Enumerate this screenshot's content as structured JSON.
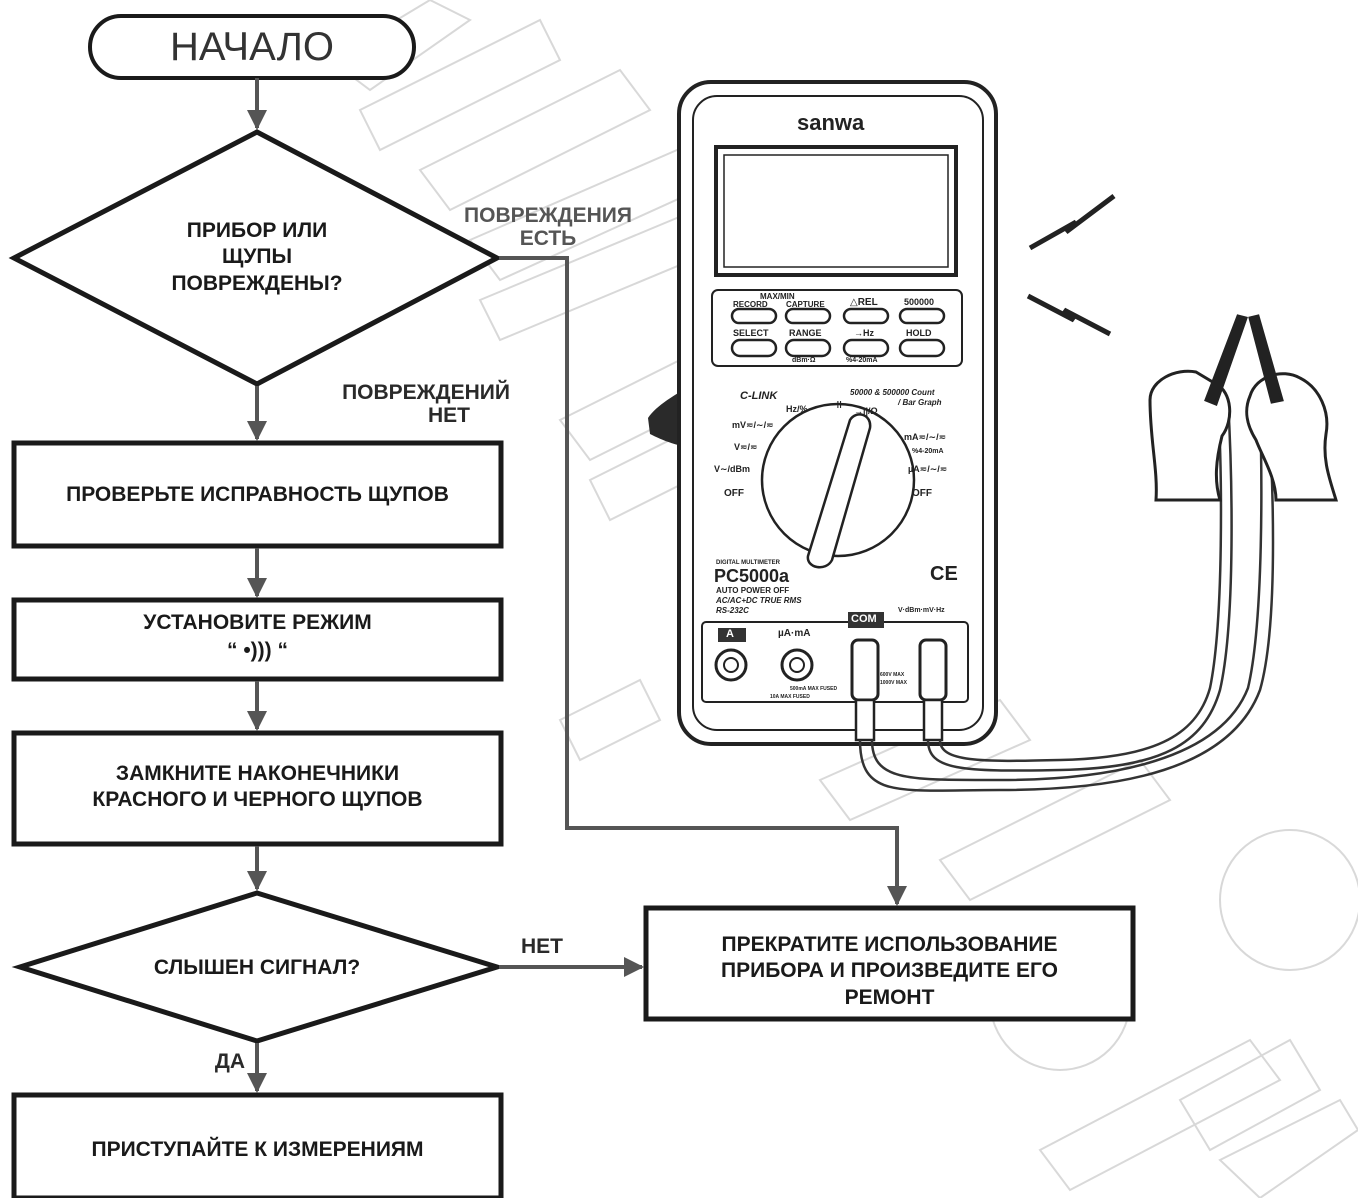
{
  "flow": {
    "start": "НАЧАЛО",
    "q_damage": [
      "ПРИБОР ИЛИ",
      "ЩУПЫ",
      "ПОВРЕЖДЕНЫ?"
    ],
    "label_damage_yes": [
      "ПОВРЕЖДЕНИЯ",
      "ЕСТЬ"
    ],
    "label_damage_no": [
      "ПОВРЕЖДЕНИЙ",
      "НЕТ"
    ],
    "step_check": "ПРОВЕРЬТЕ ИСПРАВНОСТЬ ЩУПОВ",
    "step_mode": [
      "УСТАНОВИТЕ РЕЖИМ",
      "“ •))) “"
    ],
    "step_short": [
      "ЗАМКНИТЕ НАКОНЕЧНИКИ",
      "КРАСНОГО И ЧЕРНОГО ЩУПОВ"
    ],
    "q_signal": "СЛЫШЕН СИГНАЛ?",
    "label_no": "НЕТ",
    "label_yes": "ДА",
    "step_measure": "ПРИСТУПАЙТЕ К ИЗМЕРЕНИЯМ",
    "step_repair": [
      "ПРЕКРАТИТЕ ИСПОЛЬЗОВАНИЕ",
      "ПРИБОРА И ПРОИЗВЕДИТЕ ЕГО",
      "РЕМОНТ"
    ]
  },
  "meter": {
    "brand": "sanwa",
    "buttons_row1": [
      "RECORD",
      "CAPTURE",
      "△REL",
      "500000"
    ],
    "buttons_row1_top": "MAX/MIN",
    "buttons_row2": [
      "SELECT",
      "RANGE",
      "→Hz",
      "HOLD"
    ],
    "buttons_row2_sub": [
      "dBm·Ω",
      "%4-20mA"
    ],
    "clink": "C-LINK",
    "count_label": [
      "50000 & 500000 Count",
      "/ Bar Graph"
    ],
    "dial_left": [
      "mV≂/∼/≂",
      "V≂/≂",
      "V∼/dBm",
      "OFF"
    ],
    "dial_right": [
      "→||/Ω",
      "mA≂/∼/≂",
      "%4-20mA",
      "µA≂/∼/≂",
      "OFF"
    ],
    "dial_top": [
      "Hz/%",
      "⊣⊢"
    ],
    "model_small": "DIGITAL MULTIMETER",
    "model": "PC5000a",
    "features": [
      "AUTO POWER OFF",
      "AC/AC+DC TRUE RMS",
      "RS-232C"
    ],
    "ce": "CE",
    "jacks": [
      "A",
      "µA·mA",
      "COM",
      "V·dBm·mV·Hz"
    ],
    "jack_note": [
      "500mA MAX FUSED",
      "10A MAX FUSED",
      "600V MAX",
      "1000V MAX"
    ]
  },
  "colors": {
    "ink": "#1a1a1a",
    "label_gray": "#3a3a3a",
    "watermark": "#d8d8d8",
    "arrow": "#555555"
  }
}
